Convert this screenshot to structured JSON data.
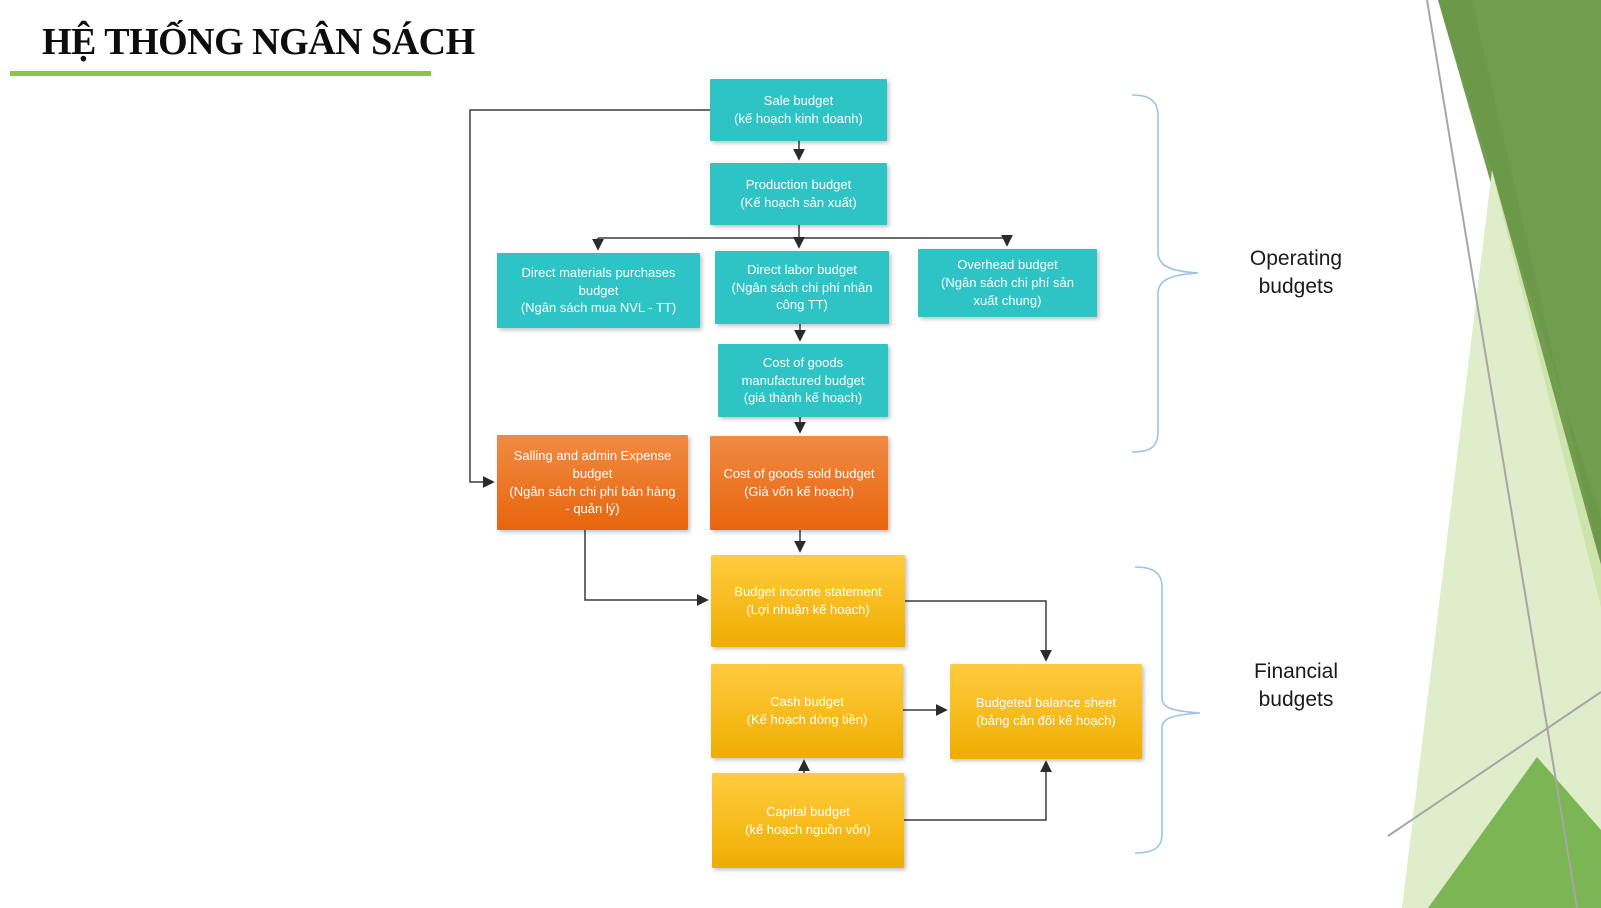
{
  "slide": {
    "title": "HỆ THỐNG NGÂN SÁCH"
  },
  "diagram": {
    "nodes": [
      {
        "id": "sale-budget",
        "group": "operating",
        "en": "Sale budget",
        "vi": "(kế hoạch kinh doanh)"
      },
      {
        "id": "production-budget",
        "group": "operating",
        "en": "Production budget",
        "vi": "(Kế hoạch sản xuất)"
      },
      {
        "id": "direct-materials",
        "group": "operating",
        "en": "Direct materials purchases budget",
        "vi": "(Ngân sách mua NVL - TT)"
      },
      {
        "id": "direct-labor",
        "group": "operating",
        "en": "Direct labor budget",
        "vi": "(Ngân sách chi phí nhân công TT)"
      },
      {
        "id": "overhead-budget",
        "group": "operating",
        "en": "Overhead budget",
        "vi": "(Ngân sách chi phí sản xuất chung)"
      },
      {
        "id": "cogs-manufactured",
        "group": "operating",
        "en": "Cost of goods manufactured budget",
        "vi": "(giá thành kế hoạch)"
      },
      {
        "id": "selling-admin",
        "group": "operating",
        "en": "Salling and admin Expense budget",
        "vi": "(Ngân sách chi phí bán hàng - quản lý)"
      },
      {
        "id": "cogs-sold",
        "group": "operating",
        "en": "Cost of goods sold budget",
        "vi": "(Giá vốn kế hoạch)"
      },
      {
        "id": "income-statement",
        "group": "financial",
        "en": "Budget income statement",
        "vi": "(Lợi nhuận kế hoạch)"
      },
      {
        "id": "cash-budget",
        "group": "financial",
        "en": "Cash budget",
        "vi": "(Kế hoạch dòng tiền)"
      },
      {
        "id": "balance-sheet",
        "group": "financial",
        "en": "Budgeted balance sheet",
        "vi": "(bảng cân đối kế hoạch)"
      },
      {
        "id": "capital-budget",
        "group": "financial",
        "en": "Capital budget",
        "vi": "(kế hoạch nguồn vốn)"
      }
    ],
    "group_labels": [
      {
        "id": "operating",
        "text": "Operating budgets"
      },
      {
        "id": "financial",
        "text": "Financial budgets"
      }
    ],
    "edges": [
      {
        "from": "sale-budget",
        "to": "production-budget"
      },
      {
        "from": "production-budget",
        "to": "direct-materials"
      },
      {
        "from": "production-budget",
        "to": "direct-labor"
      },
      {
        "from": "production-budget",
        "to": "overhead-budget"
      },
      {
        "from": "direct-labor",
        "to": "cogs-manufactured"
      },
      {
        "from": "cogs-manufactured",
        "to": "cogs-sold"
      },
      {
        "from": "cogs-sold",
        "to": "income-statement"
      },
      {
        "from": "sale-budget",
        "to": "selling-admin"
      },
      {
        "from": "selling-admin",
        "to": "income-statement"
      },
      {
        "from": "income-statement",
        "to": "balance-sheet"
      },
      {
        "from": "cash-budget",
        "to": "balance-sheet"
      },
      {
        "from": "capital-budget",
        "to": "cash-budget"
      },
      {
        "from": "capital-budget",
        "to": "balance-sheet"
      }
    ],
    "colors": {
      "operating_box": "#2EC4C6",
      "expense_box_top": "#F08B43",
      "expense_box_bottom": "#E8650D",
      "financial_box_top": "#FFCC40",
      "financial_box_bottom": "#EFAD00",
      "title_underline": "#8CC63F",
      "brace": "#9DC3E6",
      "connector": "#3B3B3B",
      "facet_dark_green": "#719D4F",
      "facet_medium_green": "#7CB554",
      "facet_light_green": "#DFEDCB",
      "facet_gray_line": "#A6A6A6"
    }
  }
}
